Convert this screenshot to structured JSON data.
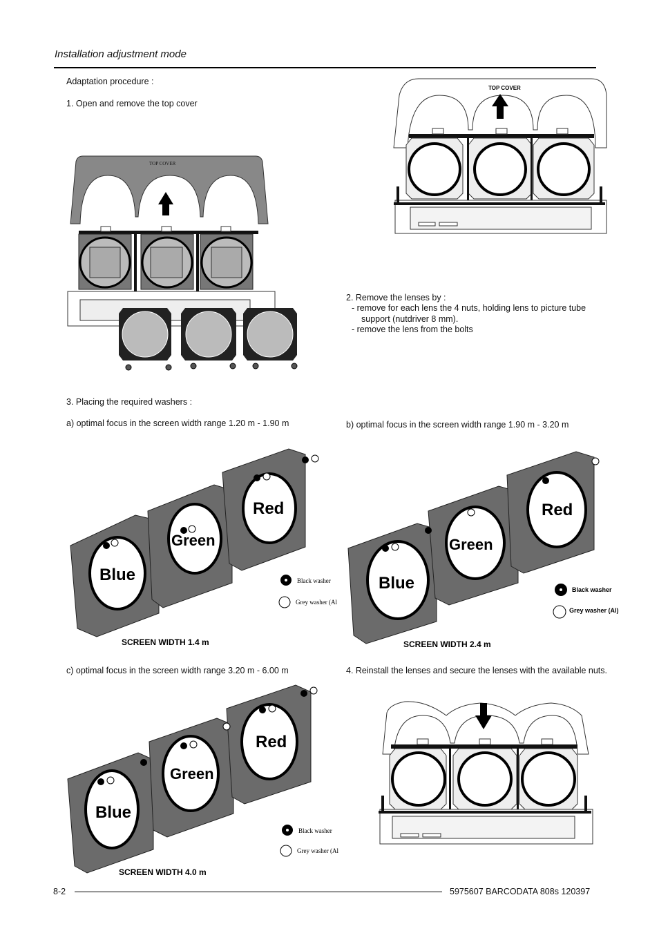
{
  "header": {
    "title": "Installation adjustment mode"
  },
  "procedure": {
    "intro": "Adaptation procedure :",
    "step1": "1. Open and remove the top cover",
    "step2": {
      "title": "2. Remove the lenses by :",
      "line1": "- remove for each lens the 4 nuts, holding lens to picture tube",
      "line2": "support (nutdriver 8 mm).",
      "line3": "- remove the lens from the bolts"
    },
    "step3": "3. Placing the required washers :",
    "option_a": "a) optimal focus in the screen width range 1.20 m - 1.90 m",
    "option_b": "b) optimal focus in the screen width range 1.90 m - 3.20 m",
    "option_c": "c) optimal focus in the screen width range 3.20 m - 6.00 m",
    "step4": "4. Reinstall the lenses and secure the lenses with the available nuts."
  },
  "figures": {
    "top_cover_label": "TOP COVER",
    "top_cover_label2": "TOP COVER",
    "lens_labels": {
      "blue": "Blue",
      "green": "Green",
      "red": "Red"
    },
    "legend": {
      "black_washer": "Black washer",
      "grey_washer_short": "Grey washer (Al",
      "grey_washer": "Grey washer (Al)"
    },
    "screen_width_a": "SCREEN WIDTH 1.4 m",
    "screen_width_b": "SCREEN WIDTH 2.4 m",
    "screen_width_c": "SCREEN WIDTH 4.0 m"
  },
  "footer": {
    "page_number": "8-2",
    "doc_ref": "5975607 BARCODATA 808s 120397"
  }
}
